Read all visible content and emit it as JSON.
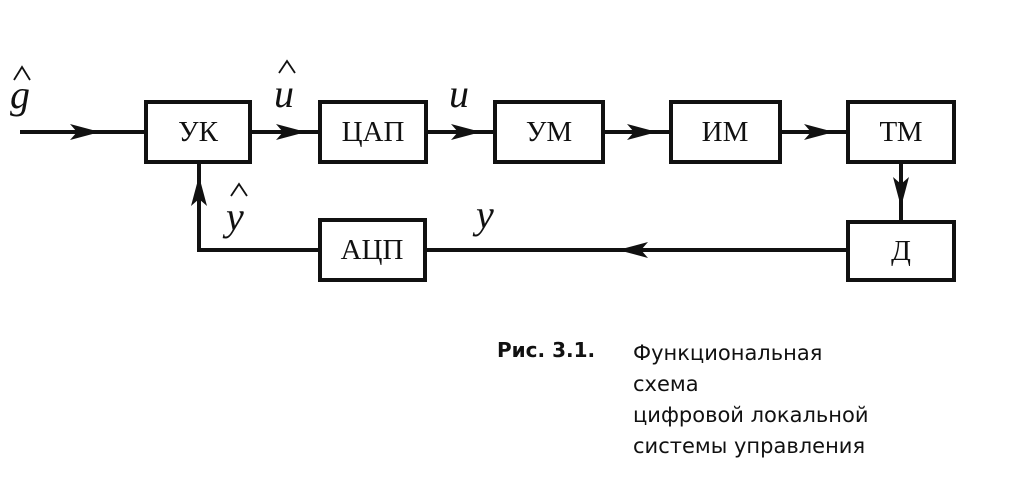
{
  "blocks": {
    "uk": "УК",
    "tsap": "ЦАП",
    "um": "УМ",
    "im": "ИМ",
    "tm": "ТМ",
    "d": "Д",
    "atsp": "АЦП"
  },
  "signals": {
    "g_hat": "g",
    "u_hat": "u",
    "u": "u",
    "y_hat": "y",
    "y": "y"
  },
  "caption": {
    "number": "Рис. 3.1.",
    "lines": [
      "Функциональная",
      "схема",
      "цифровой локальной",
      "системы управления"
    ]
  }
}
